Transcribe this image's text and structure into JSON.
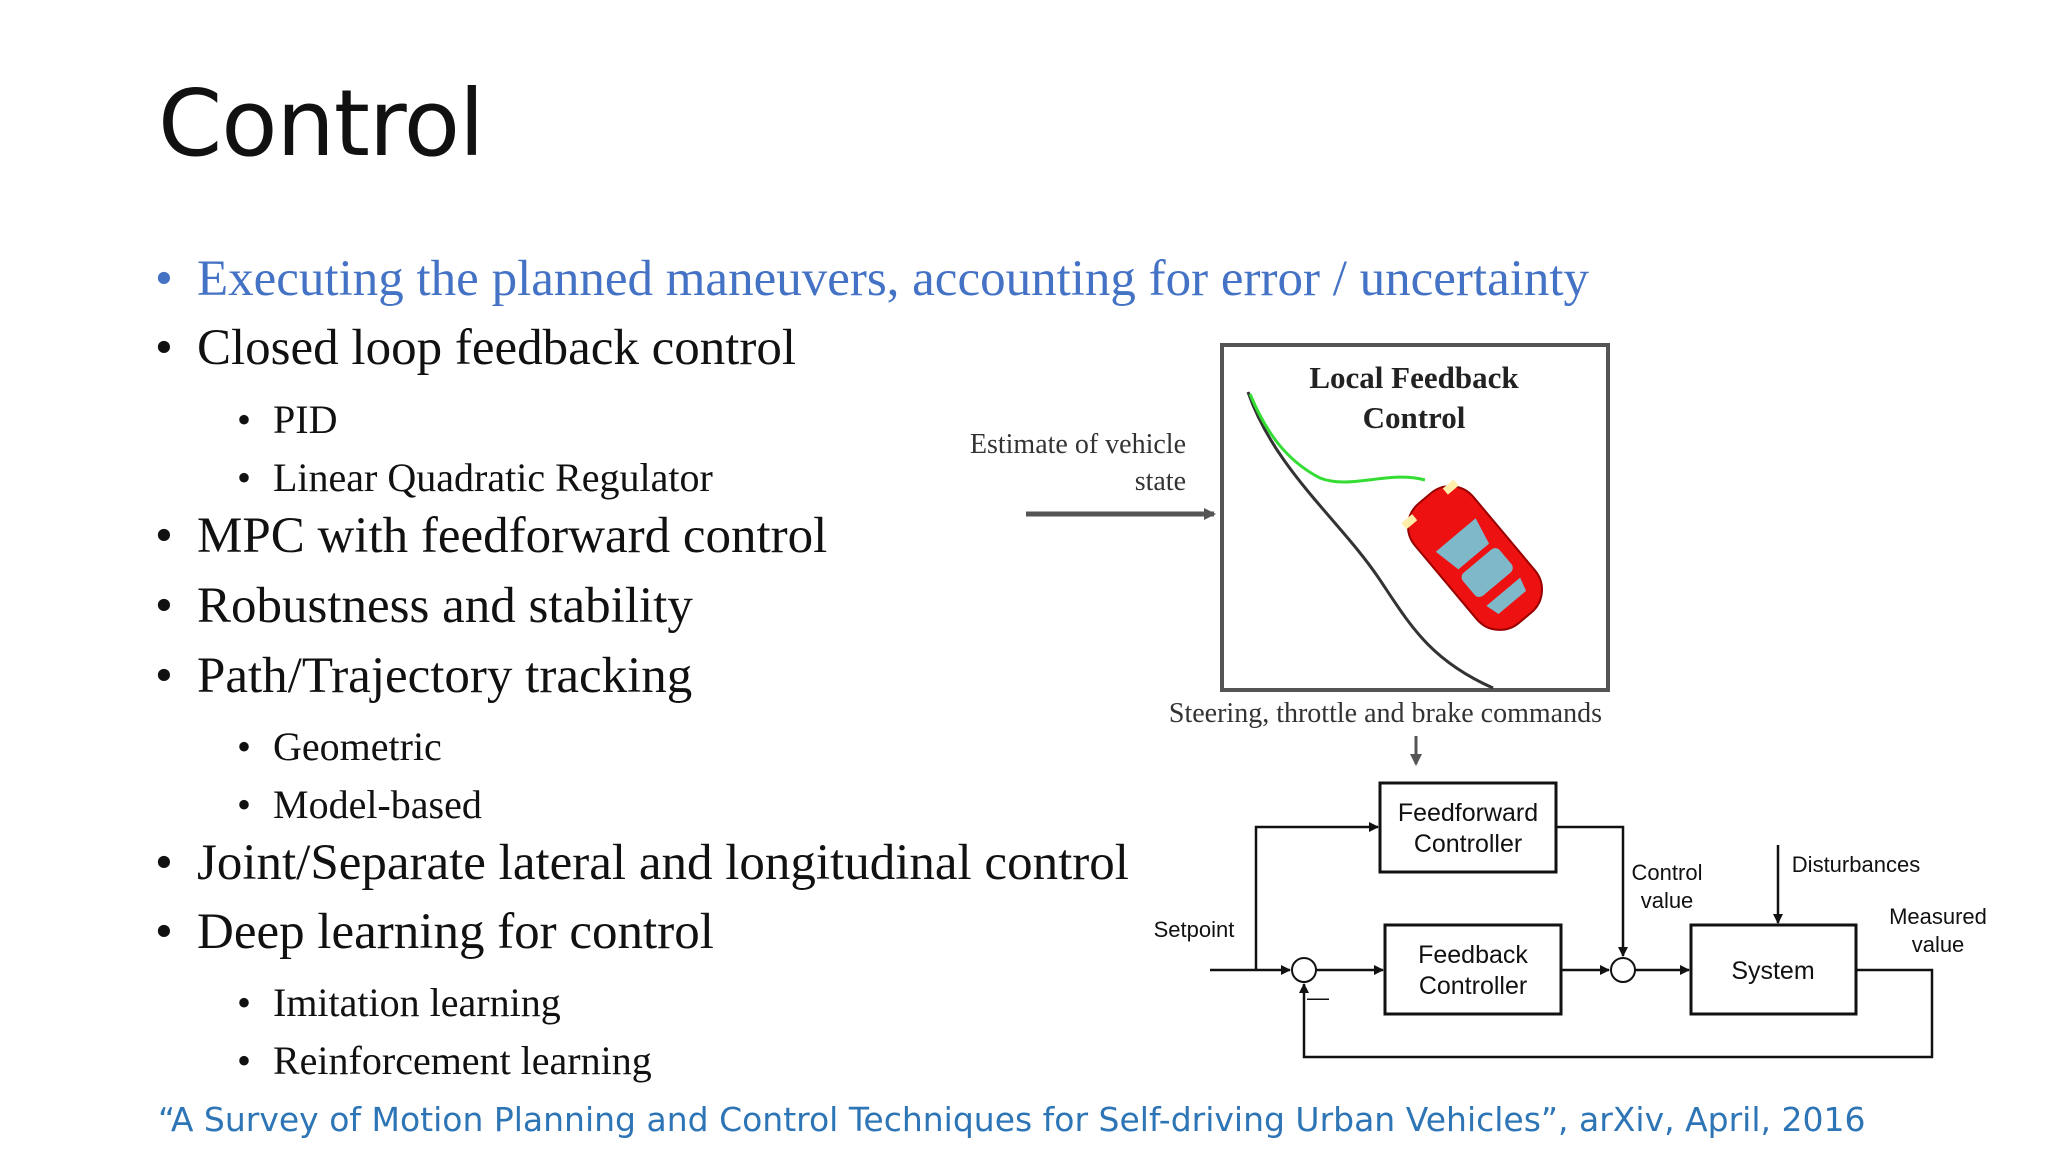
{
  "slide": {
    "title": "Control",
    "bullets": [
      {
        "text": "Executing the planned maneuvers, accounting for error / uncertainty",
        "level": 1
      },
      {
        "text": "Closed loop feedback control",
        "level": 1
      },
      {
        "text": "PID",
        "level": 2
      },
      {
        "text": "Linear Quadratic Regulator",
        "level": 2
      },
      {
        "text": "MPC with feedforward control",
        "level": 1
      },
      {
        "text": "Robustness and stability",
        "level": 1
      },
      {
        "text": "Path/Trajectory tracking",
        "level": 1
      },
      {
        "text": "Geometric",
        "level": 2
      },
      {
        "text": "Model-based",
        "level": 2
      },
      {
        "text": "Joint/Separate lateral and longitudinal control",
        "level": 1
      },
      {
        "text": "Deep learning for control",
        "level": 1
      },
      {
        "text": "Imitation learning",
        "level": 2
      },
      {
        "text": "Reinforcement learning",
        "level": 2
      }
    ],
    "bullet_glyph": "•",
    "citation": "“A Survey of Motion Planning and Control Techniques for Self-driving Urban Vehicles”, arXiv, April, 2016"
  },
  "figure_top": {
    "box_title_line1": "Local Feedback",
    "box_title_line2": "Control",
    "input_label_line1": "Estimate of vehicle",
    "input_label_line2": "state",
    "output_label": "Steering, throttle and brake commands"
  },
  "figure_bottom": {
    "feedforward_line1": "Feedforward",
    "feedforward_line2": "Controller",
    "feedback_line1": "Feedback",
    "feedback_line2": "Controller",
    "system": "System",
    "setpoint": "Setpoint",
    "control_value_line1": "Control",
    "control_value_line2": "value",
    "disturbances": "Disturbances",
    "measured_line1": "Measured",
    "measured_line2": "value",
    "minus_sign": "—"
  },
  "colors": {
    "text": "#111111",
    "accent_bullet": "#4472c4",
    "citation": "#2e75b6",
    "car_body": "#ee1111",
    "car_window": "#7fb8c8",
    "trajectory_planned": "#33dd33",
    "road_line": "#333333"
  }
}
